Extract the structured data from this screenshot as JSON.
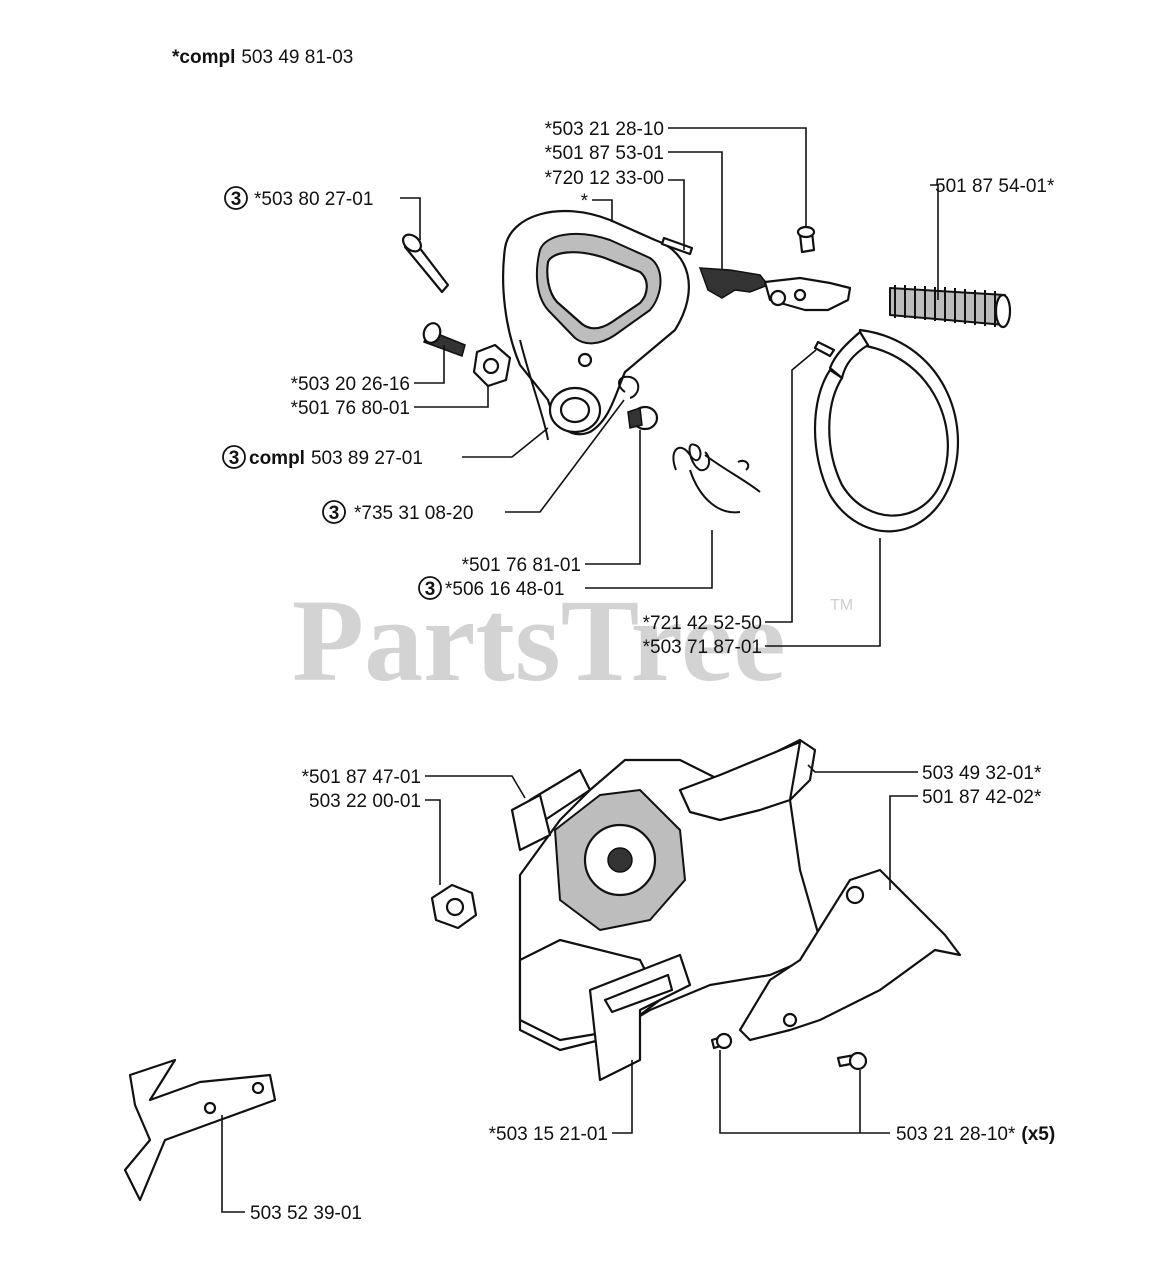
{
  "header": {
    "prefix": "*",
    "bold": "compl",
    "number": "503 49 81-03"
  },
  "watermark": {
    "brand": "PartsTree",
    "tm": "TM"
  },
  "labels": {
    "l1": {
      "circle": "3",
      "text": "*503 80 27-01"
    },
    "l2": {
      "text": "*503 21 28-10"
    },
    "l3": {
      "text": "*501 87 53-01"
    },
    "l4": {
      "text": "*720 12 33-00"
    },
    "l5": {
      "text": "*"
    },
    "l6": {
      "text": "501 87 54-01*"
    },
    "l7": {
      "text": "*503 20 26-16"
    },
    "l8": {
      "text": "*501 76 80-01"
    },
    "l9": {
      "circle": "3",
      "bold": "compl",
      "text": "503 89 27-01"
    },
    "l10": {
      "circle": "3",
      "text": "*735 31 08-20"
    },
    "l11": {
      "text": "*501 76 81-01"
    },
    "l12": {
      "circle": "3",
      "text": "*506 16 48-01"
    },
    "l13": {
      "text": "*721 42 52-50"
    },
    "l14": {
      "text": "*503 71 87-01"
    },
    "l15": {
      "text": "*501 87 47-01"
    },
    "l16": {
      "text": "503 22 00-01"
    },
    "l17": {
      "text": "503 49 32-01*"
    },
    "l18": {
      "text": "501 87 42-02*"
    },
    "l19": {
      "text": "*503 15 21-01"
    },
    "l20": {
      "text": "503 21 28-10*",
      "bold": "(x5)"
    },
    "l21": {
      "text": "503 52 39-01"
    }
  }
}
